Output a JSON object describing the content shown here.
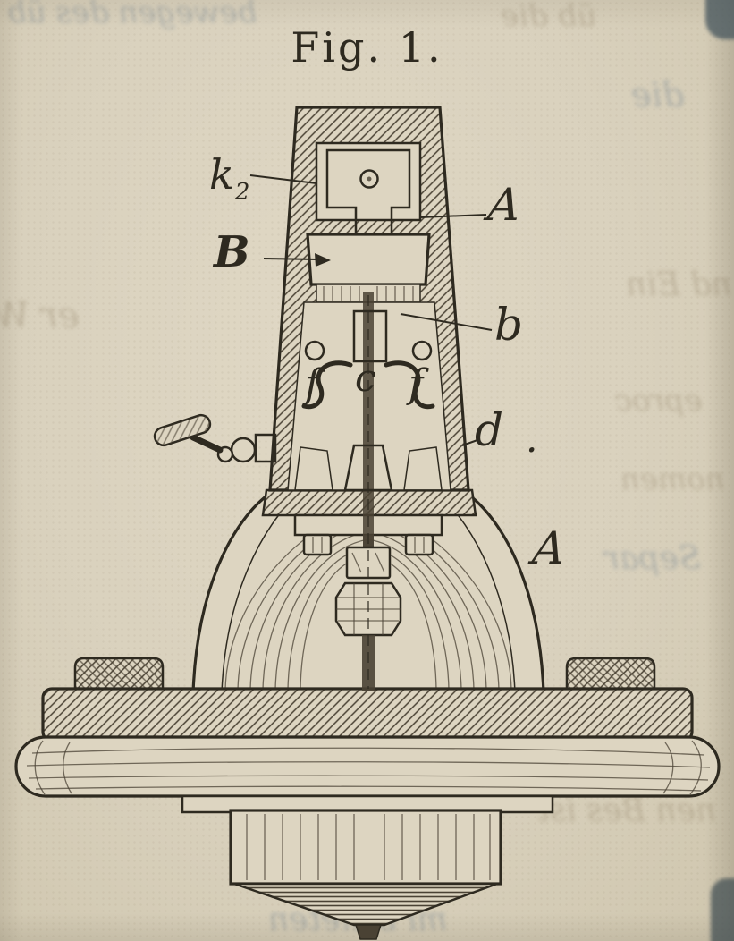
{
  "page": {
    "figure_title": "Fig. 1."
  },
  "figure": {
    "labels": {
      "k2_base": "k",
      "k2_sub": "2",
      "a_upper": "A",
      "b_block": "B",
      "b_small": "b",
      "f_left": "f",
      "c_center": "c",
      "f_right": "f",
      "d_wall": "d",
      "d_period": ".",
      "a_lower": "A"
    }
  },
  "artifacts": {
    "bleed_fragments": [
      "bewegen des üb",
      "üb die",
      "die",
      "er W",
      "nd Ein",
      "eproc",
      "nomen",
      "Separ",
      "nen Bes ist",
      "mi brileten"
    ]
  },
  "colors": {
    "paper": "#d9d1bd",
    "ink": "#2e2a20"
  }
}
